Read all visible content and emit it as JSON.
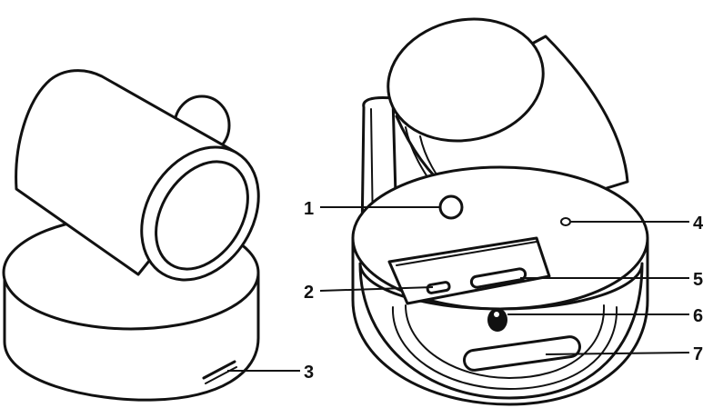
{
  "callouts": [
    {
      "id": "1",
      "label": "1"
    },
    {
      "id": "2",
      "label": "2"
    },
    {
      "id": "3",
      "label": "3"
    },
    {
      "id": "4",
      "label": "4"
    },
    {
      "id": "5",
      "label": "5"
    },
    {
      "id": "6",
      "label": "6"
    },
    {
      "id": "7",
      "label": "7"
    }
  ],
  "colors": {
    "line": "#111111",
    "background": "#ffffff"
  }
}
